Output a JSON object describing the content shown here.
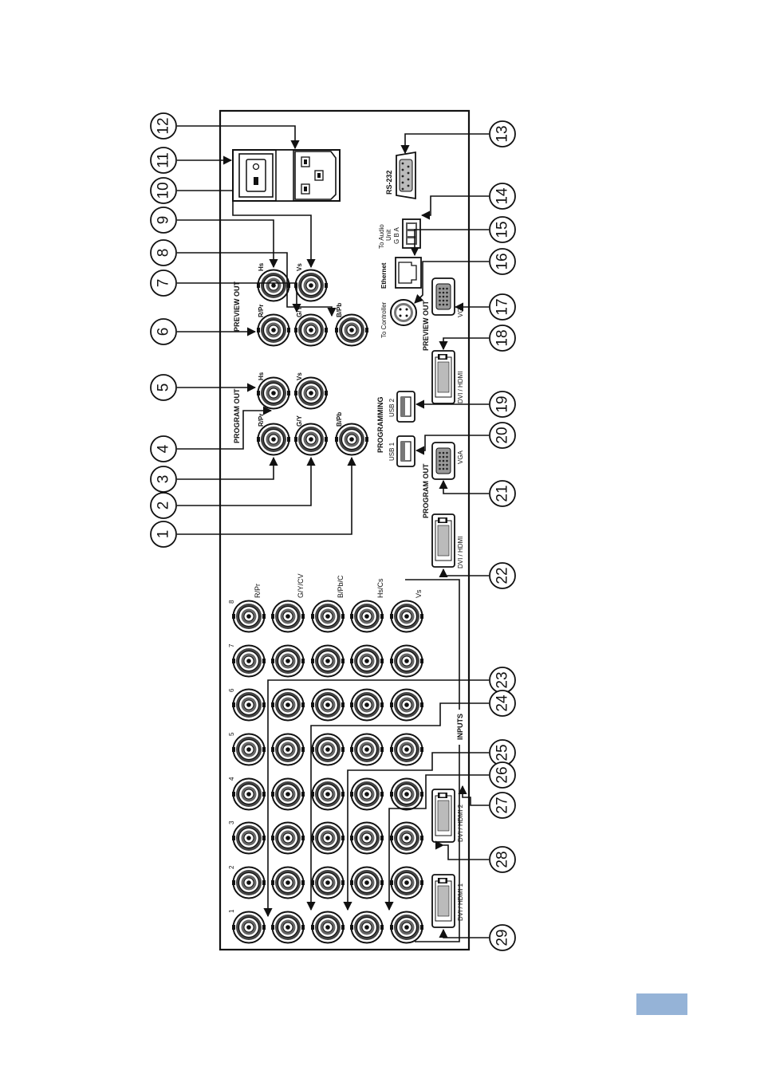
{
  "panel": {
    "preview_out_title": "PREVIEW OUT",
    "program_out_title": "PROGRAM OUT",
    "programming_title": "PROGRAMMING",
    "inputs_title": "INPUTS",
    "rs232_label": "RS-232",
    "audio_label_1": "To Audio",
    "audio_label_2": "Unit",
    "audio_pins": "G  B  A",
    "ethernet_label": "Ethernet",
    "controller_label": "To Controller",
    "bnc_preview": {
      "rpr": "R/Pr",
      "gy": "G/Y",
      "bpb": "B/Pb",
      "hs": "Hs",
      "vs": "Vs"
    },
    "bnc_program": {
      "rpr": "R/Pr",
      "gy": "G/Y",
      "bpb": "B/Pb",
      "hs": "Hs",
      "vs": "Vs"
    },
    "preview_vga": "VGA",
    "preview_dvi": "DVI / HDMI",
    "usb1": "USB 1",
    "usb2": "USB 2",
    "program_vga": "VGA",
    "program_dvi": "DVI / HDMI",
    "input_row_labels": [
      "R/Pr",
      "G/Y/CV",
      "B/Pb/C",
      "Hs/Cs",
      "Vs"
    ],
    "input_column_numbers": [
      "1",
      "2",
      "3",
      "4",
      "5",
      "6",
      "7",
      "8"
    ],
    "input_dvi1": "DVI / HDMI 1",
    "input_dvi2": "DVI / HDMI 2"
  },
  "callouts": [
    "1",
    "2",
    "3",
    "4",
    "5",
    "6",
    "7",
    "8",
    "9",
    "10",
    "11",
    "12",
    "13",
    "14",
    "15",
    "16",
    "17",
    "18",
    "19",
    "20",
    "21",
    "22",
    "23",
    "24",
    "25",
    "26",
    "27",
    "28",
    "29"
  ],
  "colors": {
    "accent_tab": "#95b3d7",
    "line": "#111111"
  }
}
